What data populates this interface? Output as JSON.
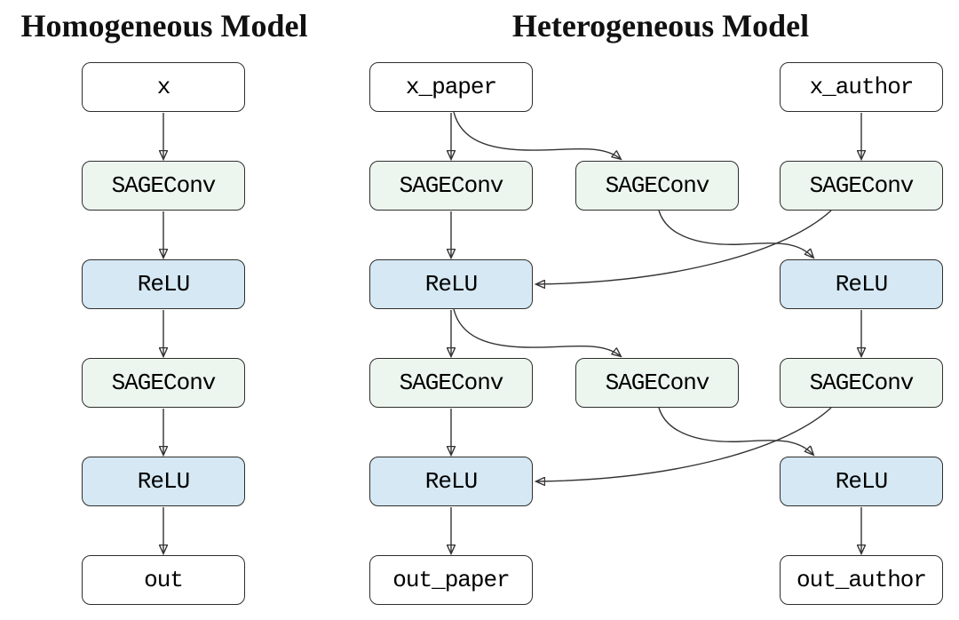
{
  "colors": {
    "background": "#ffffff",
    "conv_fill": "#edf6ee",
    "relu_fill": "#d5e8f3",
    "io_fill": "#ffffff",
    "border": "#2e2e2e",
    "arrow": "#333333",
    "text": "#000000"
  },
  "homogeneous": {
    "title": "Homogeneous Model",
    "nodes": [
      {
        "id": "x",
        "label": "x",
        "type": "input"
      },
      {
        "id": "conv1",
        "label": "SAGEConv",
        "type": "conv"
      },
      {
        "id": "relu1",
        "label": "ReLU",
        "type": "relu"
      },
      {
        "id": "conv2",
        "label": "SAGEConv",
        "type": "conv"
      },
      {
        "id": "relu2",
        "label": "ReLU",
        "type": "relu"
      },
      {
        "id": "out",
        "label": "out",
        "type": "output"
      }
    ],
    "edges": [
      {
        "from": "x",
        "to": "conv1"
      },
      {
        "from": "conv1",
        "to": "relu1"
      },
      {
        "from": "relu1",
        "to": "conv2"
      },
      {
        "from": "conv2",
        "to": "relu2"
      },
      {
        "from": "relu2",
        "to": "out"
      }
    ]
  },
  "heterogeneous": {
    "title": "Heterogeneous Model",
    "nodes": [
      {
        "id": "x_paper",
        "label": "x_paper",
        "type": "input"
      },
      {
        "id": "x_author",
        "label": "x_author",
        "type": "input"
      },
      {
        "id": "conv1_paper",
        "label": "SAGEConv",
        "type": "conv"
      },
      {
        "id": "conv1_cross",
        "label": "SAGEConv",
        "type": "conv"
      },
      {
        "id": "conv1_author",
        "label": "SAGEConv",
        "type": "conv"
      },
      {
        "id": "relu1_paper",
        "label": "ReLU",
        "type": "relu"
      },
      {
        "id": "relu1_author",
        "label": "ReLU",
        "type": "relu"
      },
      {
        "id": "conv2_paper",
        "label": "SAGEConv",
        "type": "conv"
      },
      {
        "id": "conv2_cross",
        "label": "SAGEConv",
        "type": "conv"
      },
      {
        "id": "conv2_author",
        "label": "SAGEConv",
        "type": "conv"
      },
      {
        "id": "relu2_paper",
        "label": "ReLU",
        "type": "relu"
      },
      {
        "id": "relu2_author",
        "label": "ReLU",
        "type": "relu"
      },
      {
        "id": "out_paper",
        "label": "out_paper",
        "type": "output"
      },
      {
        "id": "out_author",
        "label": "out_author",
        "type": "output"
      }
    ],
    "edges": [
      {
        "from": "x_paper",
        "to": "conv1_paper",
        "style": "straight"
      },
      {
        "from": "x_paper",
        "to": "conv1_cross",
        "style": "curved"
      },
      {
        "from": "x_author",
        "to": "conv1_author",
        "style": "straight"
      },
      {
        "from": "conv1_paper",
        "to": "relu1_paper",
        "style": "straight"
      },
      {
        "from": "conv1_cross",
        "to": "relu1_author",
        "style": "curved"
      },
      {
        "from": "conv1_author",
        "to": "relu1_paper",
        "style": "curved"
      },
      {
        "from": "relu1_paper",
        "to": "conv2_paper",
        "style": "straight"
      },
      {
        "from": "relu1_paper",
        "to": "conv2_cross",
        "style": "curved"
      },
      {
        "from": "relu1_author",
        "to": "conv2_author",
        "style": "straight"
      },
      {
        "from": "conv2_paper",
        "to": "relu2_paper",
        "style": "straight"
      },
      {
        "from": "conv2_cross",
        "to": "relu2_author",
        "style": "curved"
      },
      {
        "from": "conv2_author",
        "to": "relu2_paper",
        "style": "curved"
      },
      {
        "from": "relu2_paper",
        "to": "out_paper",
        "style": "straight"
      },
      {
        "from": "relu2_author",
        "to": "out_author",
        "style": "straight"
      }
    ]
  }
}
